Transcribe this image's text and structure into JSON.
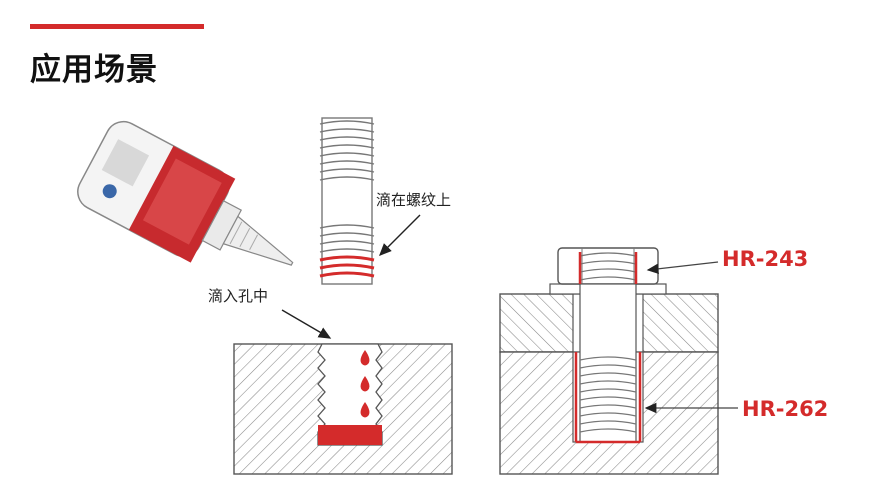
{
  "title": "应用场景",
  "labels": {
    "thread": "滴在螺纹上",
    "hole": "滴入孔中",
    "product_a": "HR-243",
    "product_b": "HR-262"
  },
  "colors": {
    "accent": "#d42b2b",
    "adhesive": "#d42b2b",
    "line": "#555555",
    "hatch": "#8a8a8a"
  },
  "icons": [
    "adhesive-bottle-icon",
    "threaded-stud-icon",
    "bolt-icon"
  ]
}
